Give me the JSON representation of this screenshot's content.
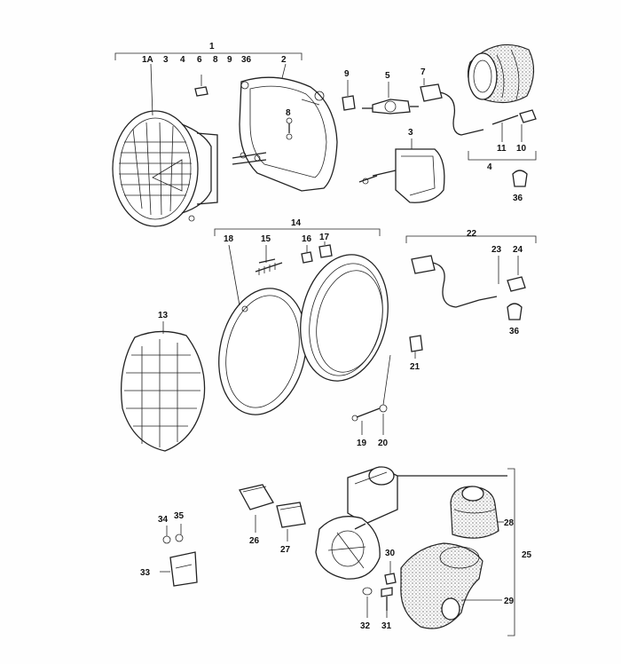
{
  "callouts": {
    "c1": "1",
    "c1a": "1A",
    "c3a": "3",
    "c4a": "4",
    "c6": "6",
    "c8a": "8",
    "c9a": "9",
    "c36a": "36",
    "c2": "2",
    "c9b": "9",
    "c5": "5",
    "c7": "7",
    "c3b": "3",
    "c8b": "8",
    "c11": "11",
    "c10": "10",
    "c4b": "4",
    "c36b": "36",
    "c14": "14",
    "c18": "18",
    "c15": "15",
    "c16": "16",
    "c17": "17",
    "c22": "22",
    "c23": "23",
    "c24": "24",
    "c36c": "36",
    "c13": "13",
    "c21": "21",
    "c19": "19",
    "c20": "20",
    "c34": "34",
    "c35": "35",
    "c33": "33",
    "c26": "26",
    "c27": "27",
    "c28": "28",
    "c25": "25",
    "c30": "30",
    "c29": "29",
    "c32": "32",
    "c31": "31"
  }
}
